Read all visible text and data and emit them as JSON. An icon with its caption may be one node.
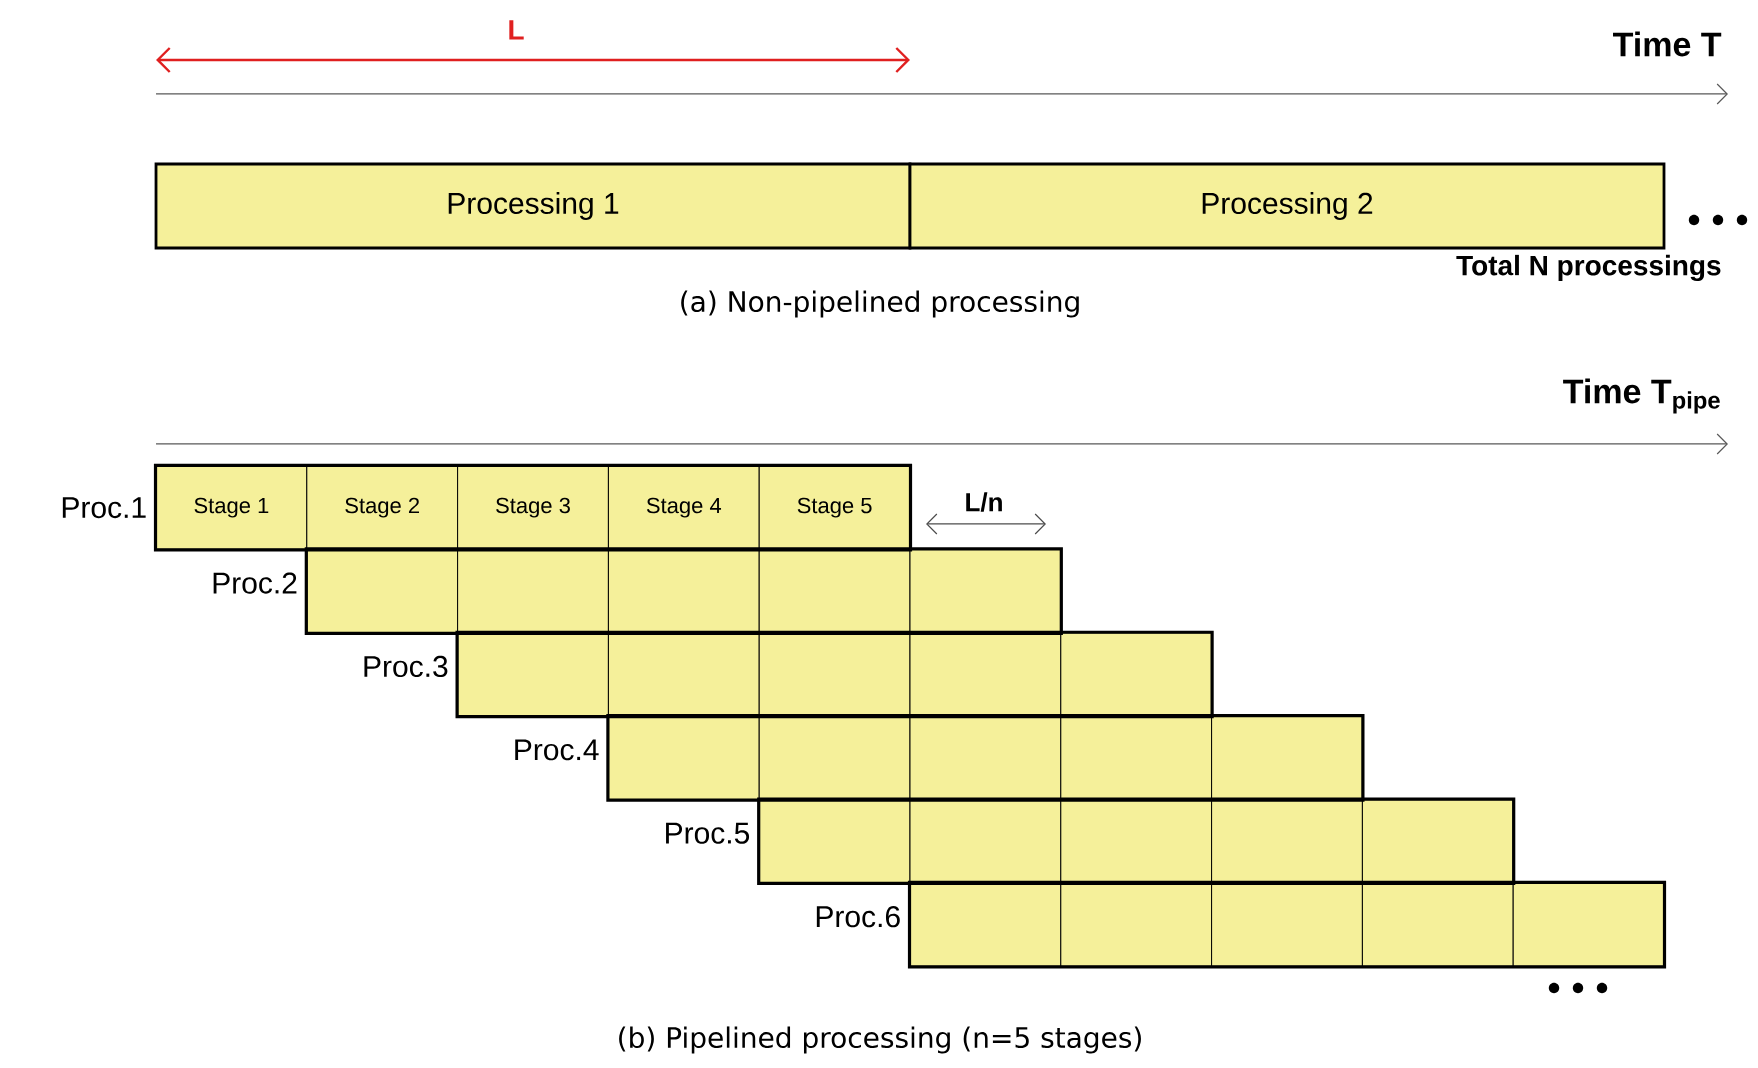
{
  "diagram": {
    "nodes": [
      {
        "text": [
          "Processing 1"
        ]
      },
      {
        "text": [
          "Processing 2"
        ]
      },
      {
        "text": [
          "Stage 1"
        ],
        "beside": [
          "Proc.1"
        ]
      },
      {
        "text": [
          "Stage 2"
        ]
      },
      {
        "text": [
          "Stage 3"
        ]
      },
      {
        "text": [
          "Stage 4"
        ]
      },
      {
        "text": [
          "Stage 5"
        ]
      },
      {
        "text": [],
        "shape": "box",
        "beside": [
          "Proc.2"
        ]
      },
      {
        "text": [],
        "shape": "box"
      },
      {
        "text": [],
        "shape": "box"
      },
      {
        "text": [],
        "shape": "box"
      },
      {
        "text": [],
        "shape": "box"
      },
      {
        "text": [],
        "shape": "box",
        "beside": [
          "Proc.3"
        ]
      },
      {
        "text": [],
        "shape": "box"
      },
      {
        "text": [],
        "shape": "box"
      },
      {
        "text": [],
        "shape": "box"
      },
      {
        "text": [],
        "shape": "box"
      },
      {
        "text": [],
        "shape": "box",
        "beside": [
          "Proc.4"
        ]
      },
      {
        "text": [],
        "shape": "box"
      },
      {
        "text": [],
        "shape": "box"
      },
      {
        "text": [],
        "shape": "box"
      },
      {
        "text": [],
        "shape": "box"
      },
      {
        "text": [],
        "shape": "box",
        "beside": [
          "Proc.5"
        ]
      },
      {
        "text": [],
        "shape": "box"
      },
      {
        "text": [],
        "shape": "box"
      },
      {
        "text": [],
        "shape": "box"
      },
      {
        "text": [],
        "shape": "box"
      },
      {
        "text": [],
        "shape": "box",
        "beside": [
          "Proc.6"
        ]
      },
      {
        "text": [],
        "shape": "box"
      },
      {
        "text": [],
        "shape": "box"
      },
      {
        "text": [],
        "shape": "box"
      },
      {
        "text": [],
        "shape": "box"
      }
    ],
    "labels": [
      "L",
      "Time T",
      "Total N processings",
      "(a) Non-pipelined processing",
      "Time T$_{pipe}$",
      "L/n",
      "(b) Pipelined processing (n=5 stages)"
    ]
  }
}
